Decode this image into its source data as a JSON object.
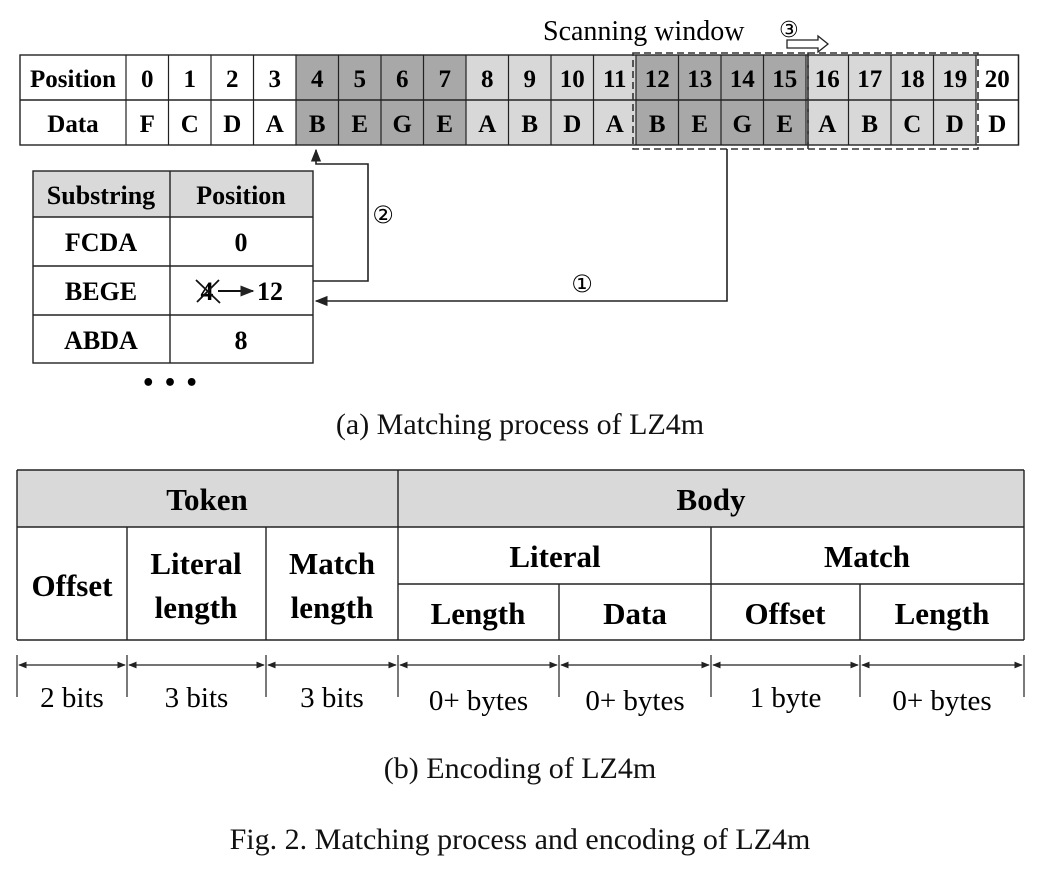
{
  "scanning_window": {
    "label": "Scanning window",
    "step3": "③"
  },
  "position_row": {
    "header": "Position",
    "values": [
      "0",
      "1",
      "2",
      "3",
      "4",
      "5",
      "6",
      "7",
      "8",
      "9",
      "10",
      "11",
      "12",
      "13",
      "14",
      "15",
      "16",
      "17",
      "18",
      "19",
      "20"
    ]
  },
  "data_row": {
    "header": "Data",
    "values": [
      "F",
      "C",
      "D",
      "A",
      "B",
      "E",
      "G",
      "E",
      "A",
      "B",
      "D",
      "A",
      "B",
      "E",
      "G",
      "E",
      "A",
      "B",
      "C",
      "D",
      "D"
    ]
  },
  "hash_table": {
    "headers": [
      "Substring",
      "Position"
    ],
    "rows": [
      {
        "substring": "FCDA",
        "position": "0"
      },
      {
        "substring": "BEGE",
        "position_old": "4",
        "arrow": "→",
        "position": "12"
      },
      {
        "substring": "ABDA",
        "position": "8"
      }
    ],
    "ellipsis": "• • •"
  },
  "steps": {
    "step1": "①",
    "step2": "②"
  },
  "caption_a": "(a)  Matching process of LZ4m",
  "encoding_table": {
    "token": "Token",
    "body": "Body",
    "offset": "Offset",
    "literal_length_1": "Literal",
    "literal_length_2": "length",
    "match_length_1": "Match",
    "match_length_2": "length",
    "literal": "Literal",
    "match": "Match",
    "lit_length": "Length",
    "lit_data": "Data",
    "match_offset": "Offset",
    "match_length": "Length",
    "sizes": [
      "2 bits",
      "3 bits",
      "3 bits",
      "0+ bytes",
      "0+ bytes",
      "1 byte",
      "0+ bytes"
    ]
  },
  "caption_b": "(b)  Encoding of LZ4m",
  "caption_fig": "Fig. 2.    Matching process and encoding of LZ4m",
  "colors": {
    "dark_cell": "#a8a8a8",
    "light_cell": "#d8d8d8",
    "header_fill": "#d9d9d9",
    "line": "#222222"
  }
}
